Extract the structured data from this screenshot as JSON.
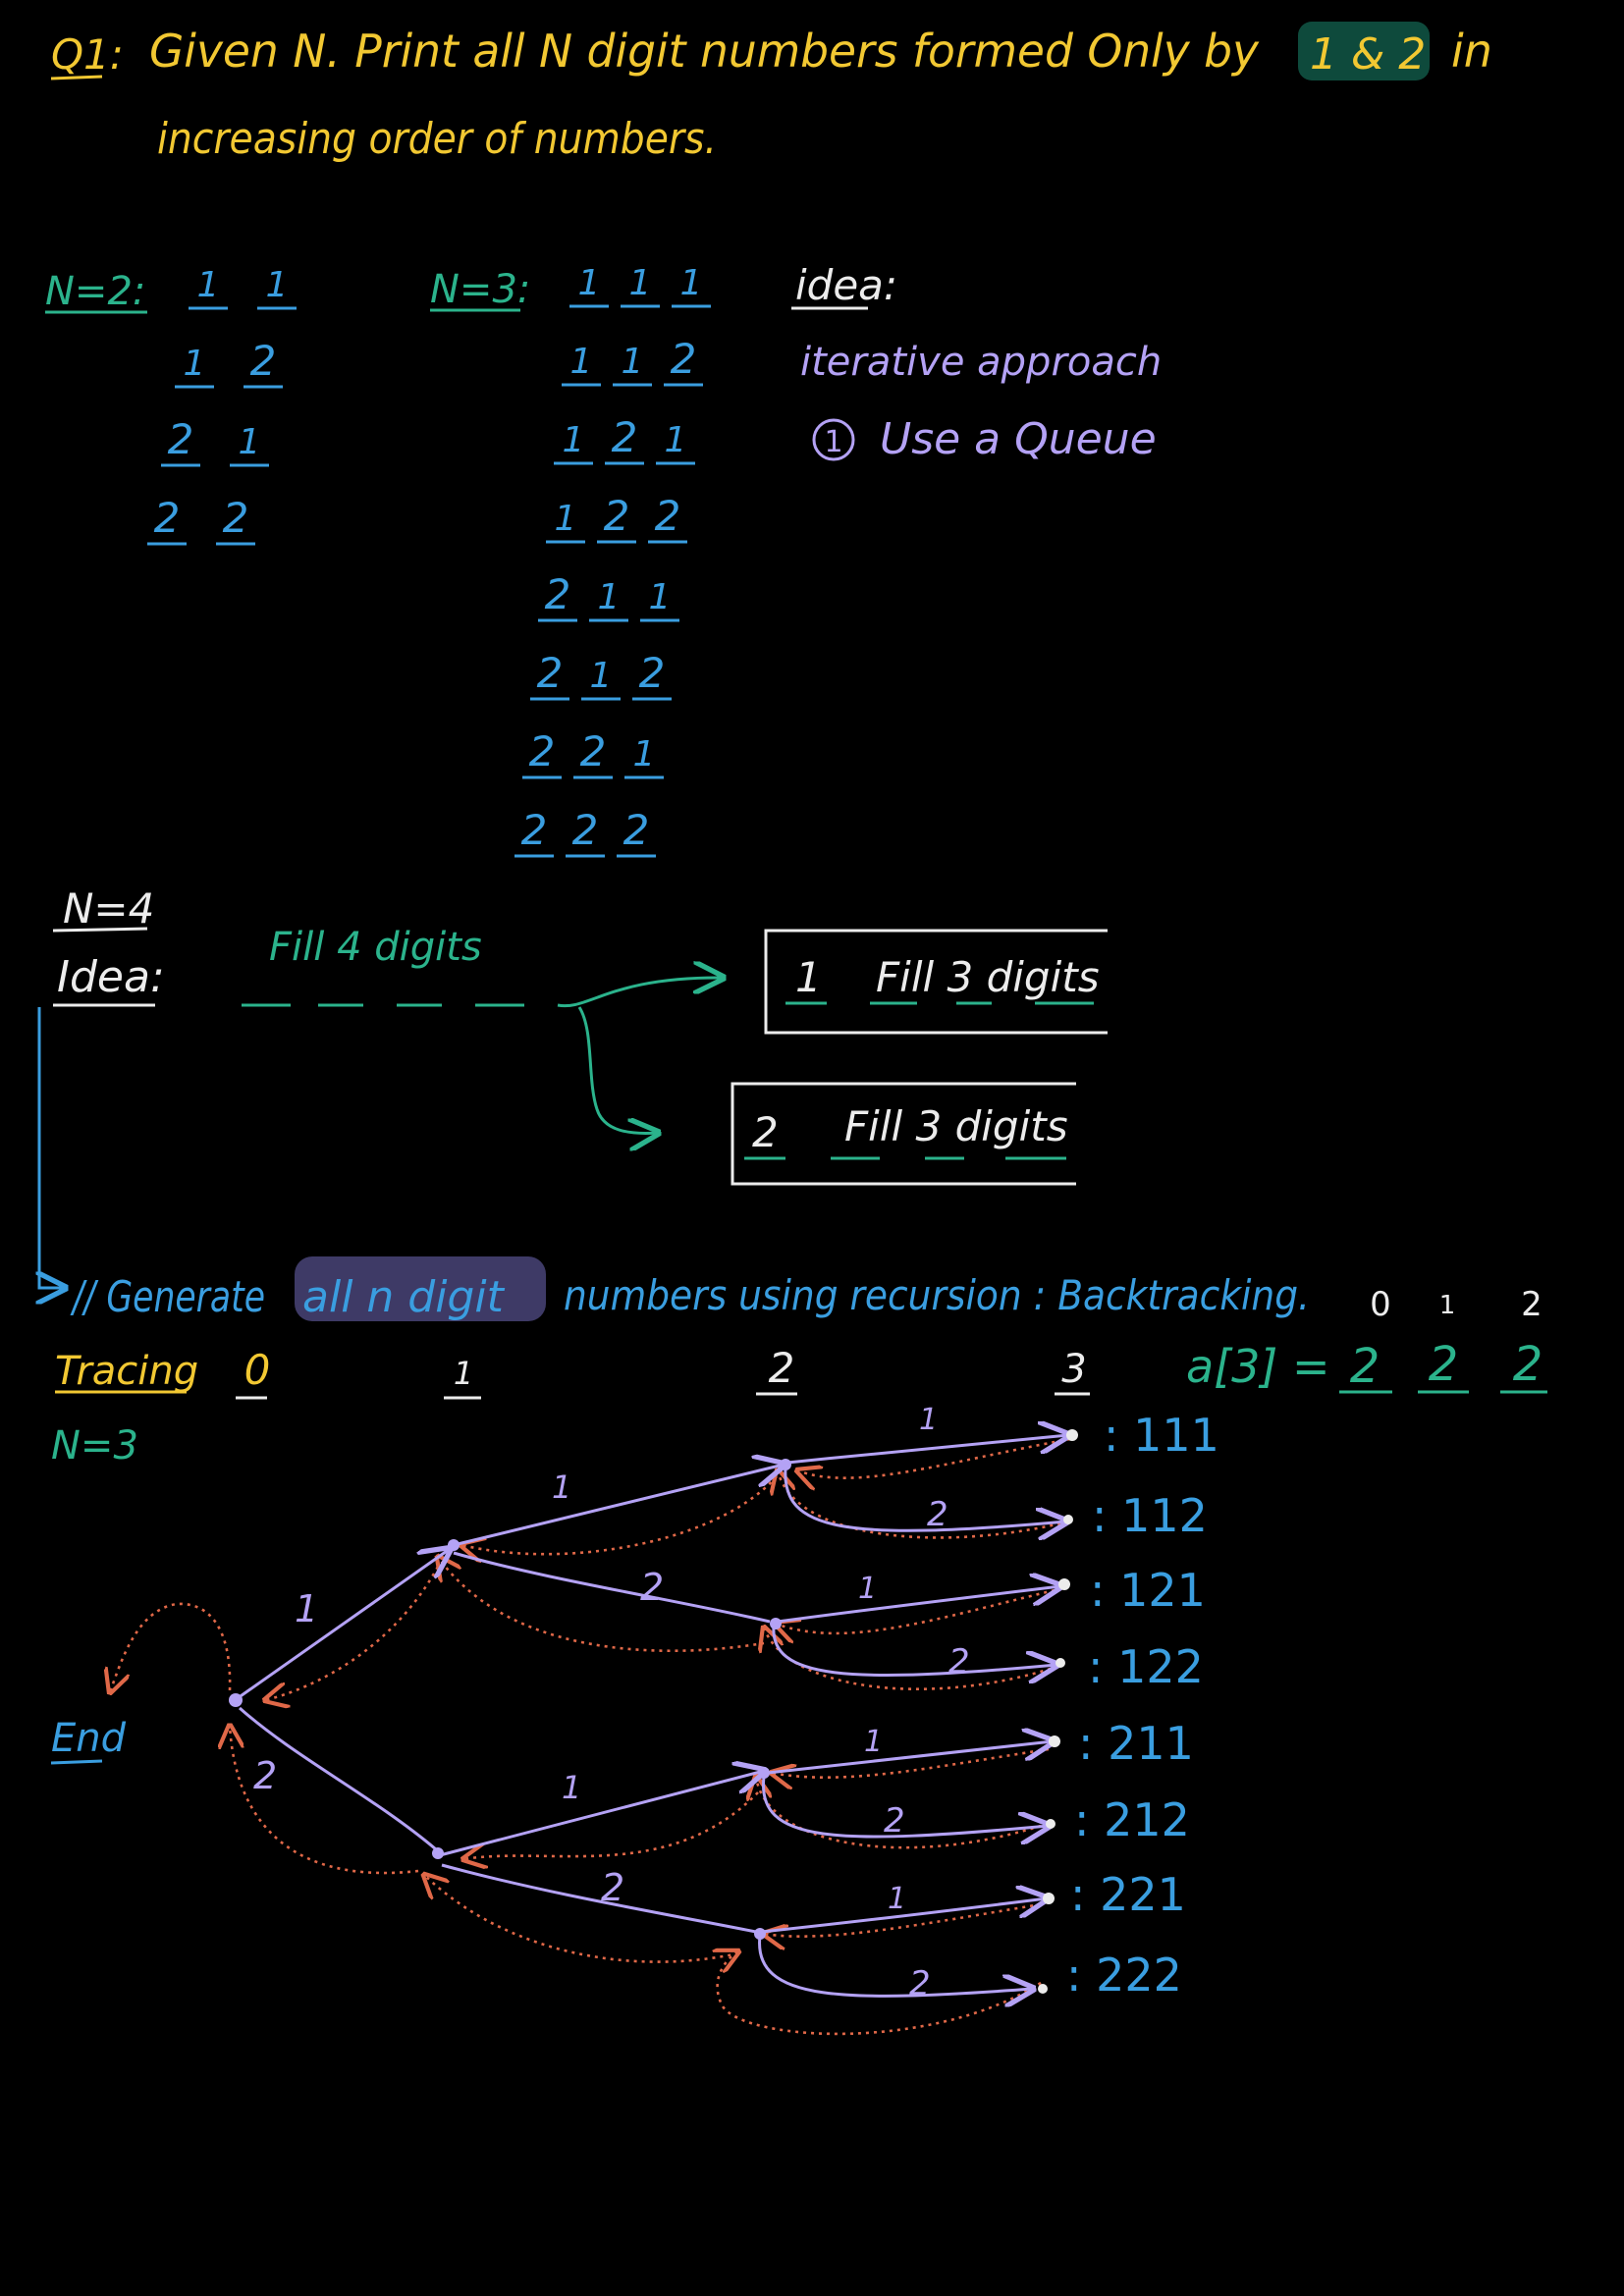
{
  "colors": {
    "yellow": "#f2c832",
    "green": "#2bb38c",
    "blue": "#3a9ee0",
    "lavender": "#b4a2f5",
    "white": "#ececec",
    "orange": "#e06848",
    "highlight_green": "#0e4a3c",
    "highlight_purple": "#3e3a66"
  },
  "question": {
    "label": "Q1:",
    "line1": "Given  N.  Print  all  N  digit numbers  formed  Only  by",
    "highlight": "1 & 2",
    "in_word": "in",
    "line2": "increasing  order  of  numbers."
  },
  "n2": {
    "label": "N=2:",
    "rows": [
      [
        "1",
        "1"
      ],
      [
        "1",
        "2"
      ],
      [
        "2",
        "1"
      ],
      [
        "2",
        "2"
      ]
    ]
  },
  "n3": {
    "label": "N=3:",
    "rows": [
      [
        "1",
        "1",
        "1"
      ],
      [
        "1",
        "1",
        "2"
      ],
      [
        "1",
        "2",
        "1"
      ],
      [
        "1",
        "2",
        "2"
      ],
      [
        "2",
        "1",
        "1"
      ],
      [
        "2",
        "1",
        "2"
      ],
      [
        "2",
        "2",
        "1"
      ],
      [
        "2",
        "2",
        "2"
      ]
    ]
  },
  "idea1": {
    "title": "idea:",
    "line1": "iterative  approach",
    "bullet": "1",
    "line2": "Use  a  Queue"
  },
  "n4": {
    "label": "N=4",
    "idea": "Idea:",
    "fill_text": "Fill  4  digits",
    "box1": {
      "digit": "1",
      "text": "Fill  3 digits"
    },
    "box2": {
      "digit": "2",
      "text": "Fill  3  digits"
    }
  },
  "generate": {
    "prefix": "// Generate",
    "highlight": "all  n  digit",
    "rest": "numbers  using  recursion  :  Backtracking."
  },
  "array": {
    "indices": [
      "0",
      "1",
      "2"
    ],
    "label": "a[3] =",
    "values": [
      "2",
      "2",
      "2"
    ]
  },
  "tracing": {
    "title": "Tracing",
    "n_label": "N=3",
    "levels": [
      "0",
      "1",
      "2",
      "3"
    ],
    "end_label": "End",
    "edge_labels": {
      "root_1": "1",
      "root_2": "2",
      "a_1": "1",
      "a_2": "2",
      "b_1": "1",
      "b_2": "2",
      "aa_1": "1",
      "aa_2": "2",
      "ab_1": "1",
      "ab_2": "2",
      "ba_1": "1",
      "ba_2": "2",
      "bb_1": "1",
      "bb_2": "2"
    },
    "outputs": [
      ": 111",
      ": 112",
      ": 121",
      ": 122",
      ": 211",
      ": 212",
      ": 221",
      ": 222"
    ]
  }
}
